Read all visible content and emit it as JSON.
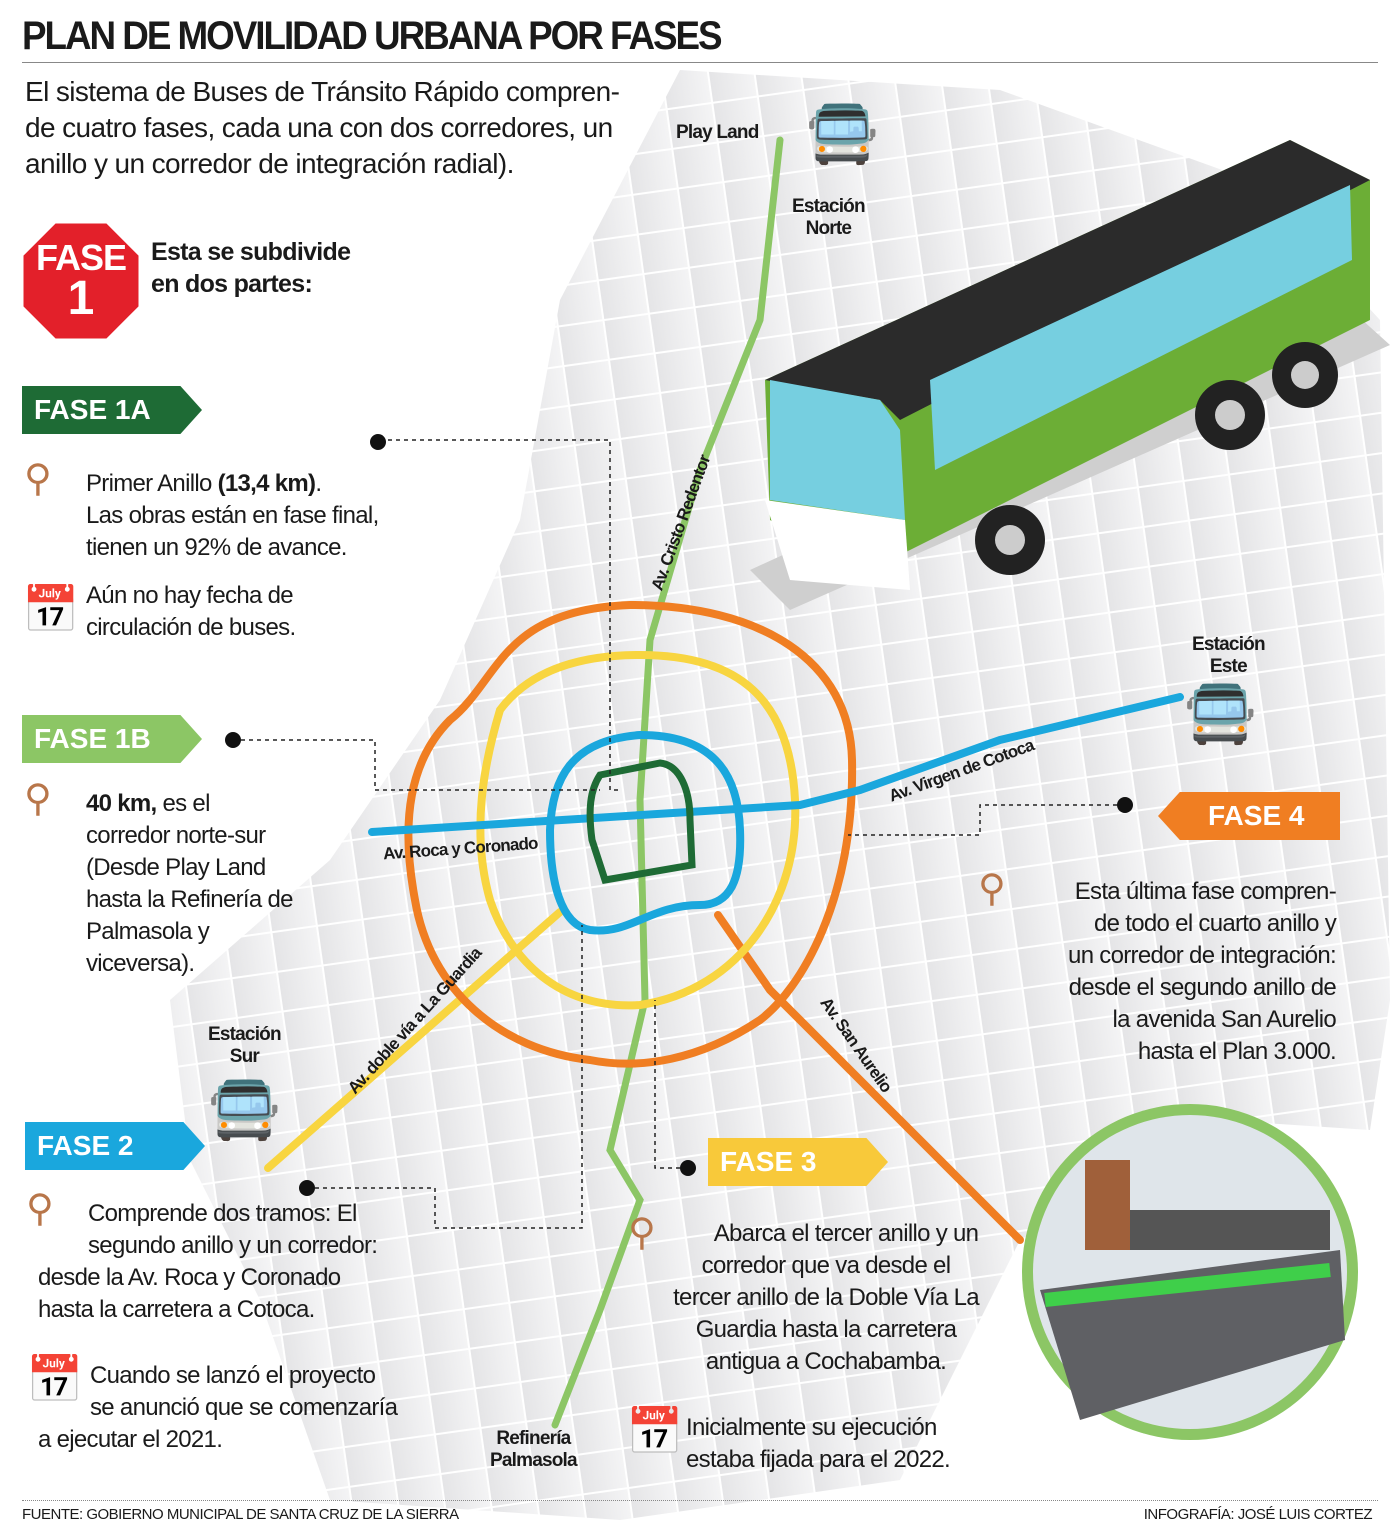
{
  "title": "PLAN DE MOVILIDAD URBANA POR FASES",
  "intro": [
    "El sistema de Buses de Tránsito Rápido compren-",
    "de cuatro fases, cada una con dos corredores, un",
    "anillo y un corredor de integración radial)."
  ],
  "fase1": {
    "badge_word": "FASE",
    "badge_num": "1",
    "subtitle": [
      "Esta se subdivide",
      "en dos partes:"
    ]
  },
  "fase1a": {
    "label": "FASE 1A",
    "route_bold": "(13,4 km)",
    "route_pre": "Primer Anillo ",
    "route_post": ".",
    "route_lines": [
      "Las obras están en fase final,",
      "tienen un 92% de avance."
    ],
    "date_lines": [
      "Aún no hay fecha de",
      "circulación de buses."
    ],
    "progress_percent": 92
  },
  "fase1b": {
    "label": "FASE 1B",
    "bold": "40 km,",
    "lines": [
      " es el",
      "corredor norte-sur",
      "(Desde Play Land",
      "hasta la Refinería de",
      "Palmasola y",
      "viceversa)."
    ]
  },
  "fase2": {
    "label": "FASE 2",
    "route_lines": [
      "Comprende dos tramos: El",
      "segundo anillo y un corredor:",
      "desde la Av. Roca y Coronado",
      "hasta la carretera a Cotoca."
    ],
    "date_lines": [
      "Cuando se lanzó el proyecto",
      "se anunció que se comenzaría",
      "a ejecutar el 2021."
    ]
  },
  "fase3": {
    "label": "FASE 3",
    "route_lines": [
      "Abarca el tercer anillo y un",
      "corredor que va desde el",
      "tercer anillo de la Doble Vía La",
      "Guardia hasta la carretera",
      "antigua a Cochabamba."
    ],
    "date_lines": [
      "Inicialmente su ejecución",
      "estaba fijada para el 2022."
    ]
  },
  "fase4": {
    "label": "FASE 4",
    "route_lines": [
      "Esta última fase compren-",
      "de todo el cuarto anillo y",
      "un corredor de integración:",
      "desde el segundo anillo de",
      "la avenida San Aurelio",
      "hasta el Plan 3.000."
    ]
  },
  "map_labels": {
    "play_land": "Play Land",
    "norte": [
      "Estación",
      "Norte"
    ],
    "este": [
      "Estación",
      "Este"
    ],
    "sur": [
      "Estación",
      "Sur"
    ],
    "refineria": [
      "Refinería",
      "Palmasola"
    ],
    "cristo": "Av. Cristo Redentor",
    "cotoca": "Av. Virgen de Cotoca",
    "roca": "Av. Roca y  Coronado",
    "guardia": "Av. doble vía a La Guardia",
    "aurelio": "Av. San Aurelio"
  },
  "footer": {
    "source": "FUENTE: GOBIERNO MUNICIPAL DE SANTA CRUZ DE LA SIERRA",
    "credit": "INFOGRAFÍA: JOSÉ LUIS CORTEZ"
  },
  "colors": {
    "fase1a": "#1e6b35",
    "fase1b": "#8cc665",
    "fase2": "#1aa7dd",
    "fase3": "#f8c93a",
    "fase4": "#f07e22",
    "stop": "#e3202a",
    "icon": "#b8764a"
  }
}
